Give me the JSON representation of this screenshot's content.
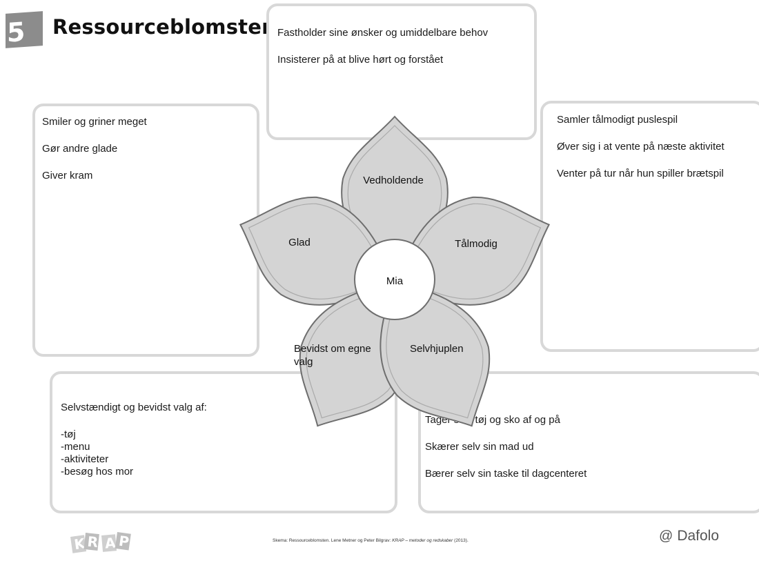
{
  "header": {
    "badge_number": "5",
    "title": "Ressourceblomsten"
  },
  "flower": {
    "center": "Mia",
    "petals": {
      "top": "Vedholdende",
      "left": "Glad",
      "right": "Tålmodig",
      "bottom_left_line1": "Bevidst om egne",
      "bottom_left_line2": "valg",
      "bottom_right": "Selvhjuplen"
    },
    "colors": {
      "petal_fill": "#d4d4d4",
      "petal_stroke": "#6e6e6e",
      "inner_stroke": "#aaaaaa"
    }
  },
  "boxes": {
    "top": [
      "Fastholder sine ønsker og umiddelbare behov",
      "Insisterer på at blive hørt og forstået"
    ],
    "left": [
      "Smiler og griner meget",
      "Gør andre glade",
      "Giver kram"
    ],
    "right": [
      "Samler tålmodigt puslespil",
      "Øver sig i at vente på næste aktivitet",
      "Venter på tur når hun spiller brætspil"
    ],
    "bottom_left": {
      "intro": "Selvstændigt og bevidst valg af:",
      "items": [
        "-tøj",
        "-menu",
        "-aktiviteter",
        "-besøg hos mor"
      ]
    },
    "bottom_right": [
      "Tager selv tøj og sko af og på",
      "Skærer selv sin mad ud",
      "Bærer selv sin taske til dagcenteret"
    ]
  },
  "footer": {
    "krap_letters": [
      "K",
      "R",
      "A",
      "P"
    ],
    "credit_prefix": "Skema: Ressourceblomsten. Lene Metner og Peter Bilgrav: ",
    "credit_title": "KRAP – metoder og redskaber",
    "credit_suffix": " (2013).",
    "publisher_mark": "@",
    "publisher": "Dafolo"
  }
}
